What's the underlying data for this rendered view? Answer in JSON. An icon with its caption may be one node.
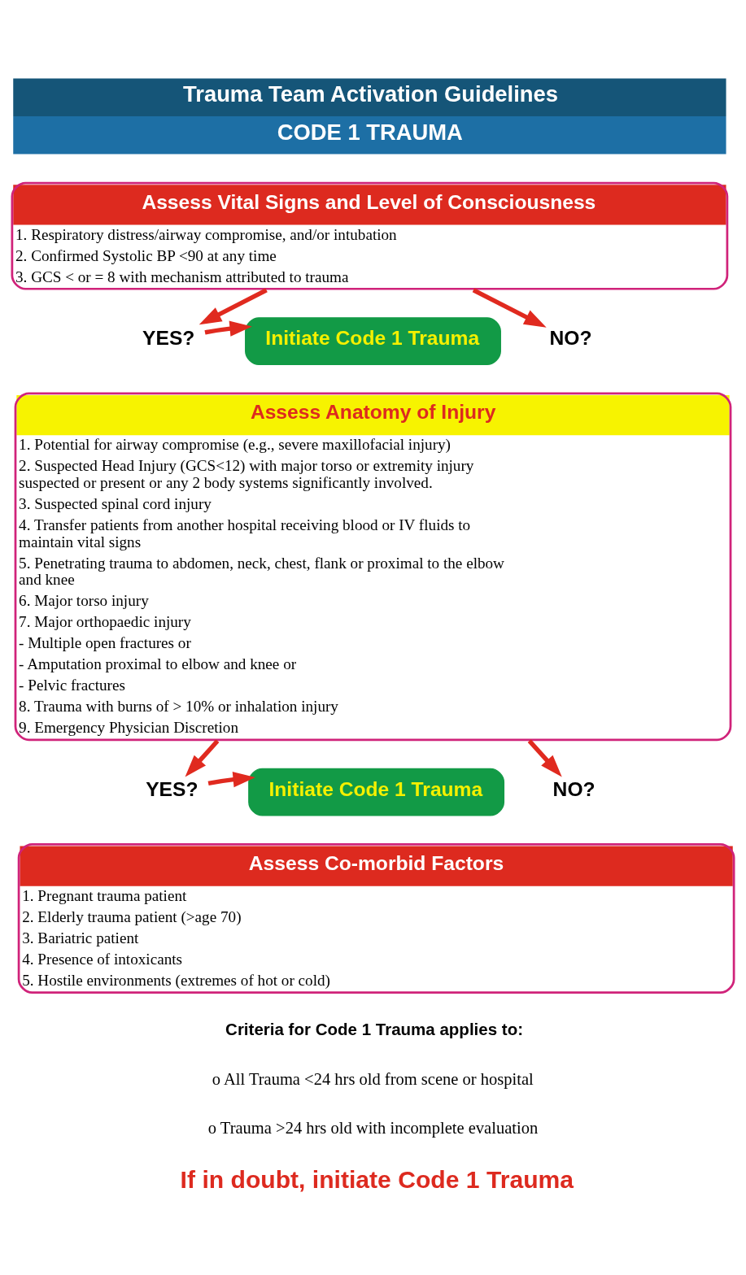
{
  "diagram": {
    "nodes": [
      {
        "text": [
          "Trauma Team Activation Guidelines",
          "CODE 1 TRAUMA"
        ]
      },
      {
        "text": [
          "Assess Vital Signs and Level of Consciousness",
          "1. Respiratory distress/airway compromise, and/or intubation",
          "2. Confirmed Systolic BP <90 at any time",
          "3. GCS < or = 8 with mechanism attributed to trauma"
        ]
      },
      {
        "text": [
          "Initiate Code 1 Trauma"
        ]
      },
      {
        "text": [
          "YES?"
        ]
      },
      {
        "text": [
          "NO?"
        ]
      },
      {
        "text": [
          "Assess Anatomy of Injury",
          "1. Potential for airway compromise (e.g., severe maxillofacial injury)",
          "2. Suspected Head Injury (GCS<12) with major torso or extremity injury suspected or present or any 2 body systems significantly involved.",
          "3. Suspected spinal cord injury",
          "4. Transfer patients from another hospital receiving blood or IV fluids to maintain vital signs",
          "5. Penetrating trauma to abdomen, neck, chest, flank or proximal to the elbow and knee",
          "6. Major torso injury",
          "7. Major orthopaedic injury",
          "- Multiple open fractures or",
          "- Amputation proximal to elbow and knee or",
          "- Pelvic fractures",
          "8. Trauma with burns of > 10% or inhalation injury",
          "9. Emergency Physician Discretion"
        ]
      },
      {
        "text": [
          "Initiate Code 1 Trauma"
        ]
      },
      {
        "text": [
          "YES?"
        ]
      },
      {
        "text": [
          "NO?"
        ]
      },
      {
        "text": [
          "Assess Co-morbid Factors",
          "1. Pregnant trauma patient",
          "2. Elderly trauma patient (>age 70)",
          "3. Bariatric patient",
          "4. Presence of intoxicants",
          "5. Hostile environments (extremes of hot or cold)"
        ]
      }
    ],
    "edges": [
      {
        "from": 1,
        "to": 3,
        "arrow": "to"
      },
      {
        "from": 1,
        "to": 4,
        "arrow": "to"
      },
      {
        "from": 3,
        "to": 2,
        "arrow": "to"
      },
      {
        "from": 5,
        "to": 7,
        "arrow": "to"
      },
      {
        "from": 5,
        "to": 8,
        "arrow": "to"
      },
      {
        "from": 7,
        "to": 6,
        "arrow": "to"
      }
    ],
    "labels": [
      "Criteria for Code 1 Trauma applies to:",
      "o All Trauma <24 hrs old from scene or hospital",
      "o Trauma >24 hrs old with incomplete evaluation",
      "If in doubt, initiate Code 1 Trauma"
    ]
  }
}
